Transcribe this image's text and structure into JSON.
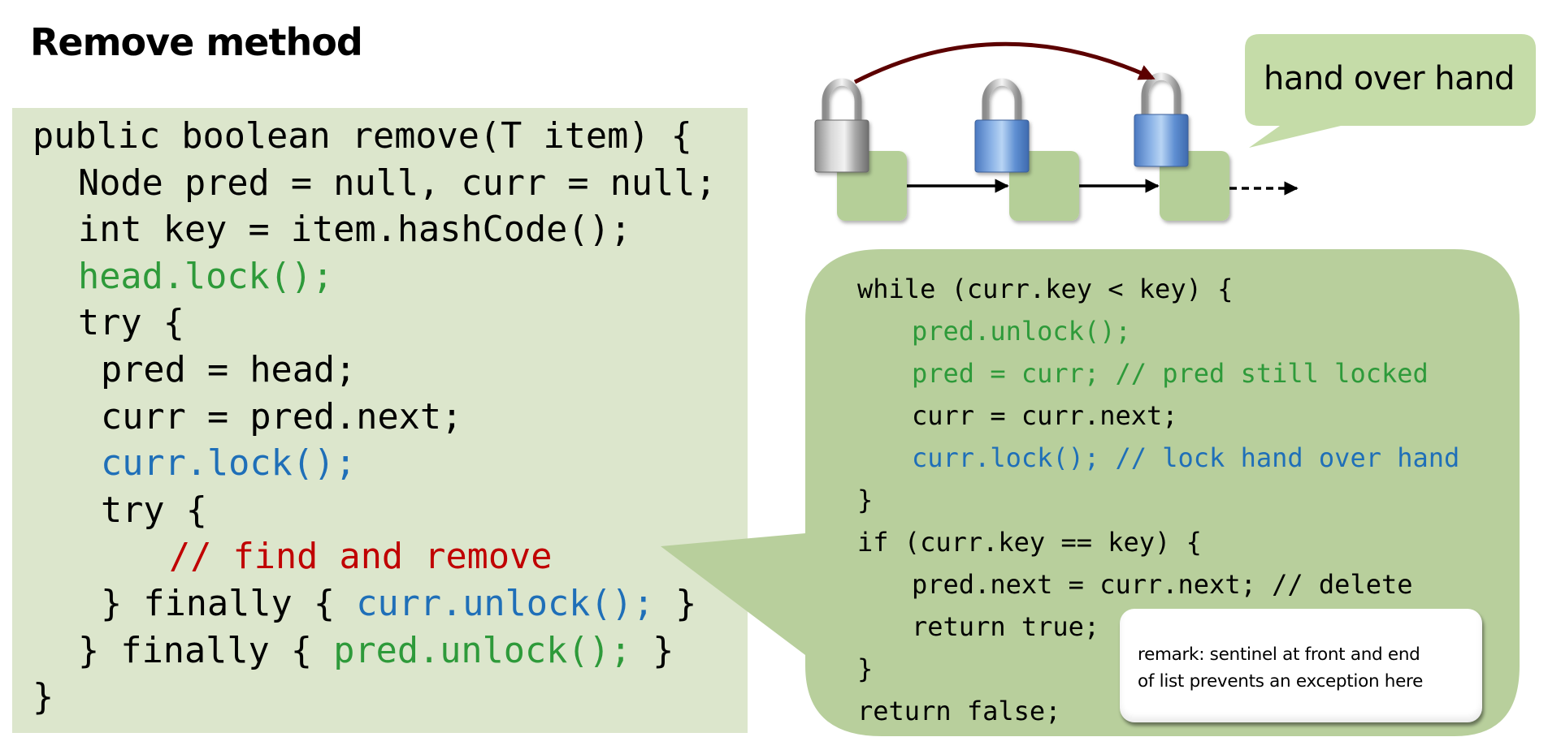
{
  "title": "Remove method",
  "colors": {
    "left_panel_bg": "#dce6cc",
    "bubble_bg": "#b8cf9c",
    "hand_over_hand_bubble_bg": "#c5dca8",
    "node_fill": "#b5cf98",
    "arc_color": "#5c0000",
    "green_code": "#2e9a3a",
    "blue_code": "#1f6fb8",
    "red_code": "#c00000"
  },
  "left_code": {
    "lines": [
      {
        "indent": 0,
        "segments": [
          {
            "text": "public boolean remove(T item) {",
            "color": "black"
          }
        ]
      },
      {
        "indent": 2,
        "segments": [
          {
            "text": "Node pred = null, curr = null;",
            "color": "black"
          }
        ]
      },
      {
        "indent": 2,
        "segments": [
          {
            "text": "int key = item.hashCode();",
            "color": "black"
          }
        ]
      },
      {
        "indent": 2,
        "segments": [
          {
            "text": "head.lock();",
            "color": "green"
          }
        ]
      },
      {
        "indent": 2,
        "segments": [
          {
            "text": "try {",
            "color": "black"
          }
        ]
      },
      {
        "indent": 3,
        "segments": [
          {
            "text": "pred = head;",
            "color": "black"
          }
        ]
      },
      {
        "indent": 3,
        "segments": [
          {
            "text": "curr = pred.next;",
            "color": "black"
          }
        ]
      },
      {
        "indent": 3,
        "segments": [
          {
            "text": "curr.lock();",
            "color": "blue"
          }
        ]
      },
      {
        "indent": 3,
        "segments": [
          {
            "text": "try {",
            "color": "black"
          }
        ]
      },
      {
        "indent": 6,
        "segments": [
          {
            "text": "// find and remove",
            "color": "red"
          }
        ]
      },
      {
        "indent": 3,
        "segments": [
          {
            "text": "} finally { ",
            "color": "black"
          },
          {
            "text": "curr.unlock();",
            "color": "blue"
          },
          {
            "text": " }",
            "color": "black"
          }
        ]
      },
      {
        "indent": 2,
        "segments": [
          {
            "text": "} finally { ",
            "color": "black"
          },
          {
            "text": "pred.unlock();",
            "color": "green"
          },
          {
            "text": " }",
            "color": "black"
          }
        ]
      },
      {
        "indent": 0,
        "segments": [
          {
            "text": "}",
            "color": "black"
          }
        ]
      }
    ]
  },
  "right_code": {
    "lines": [
      {
        "indent": 0,
        "segments": [
          {
            "text": "while (curr.key < key) {",
            "color": "black"
          }
        ]
      },
      {
        "indent": 1,
        "segments": [
          {
            "text": "pred.unlock();",
            "color": "green"
          }
        ]
      },
      {
        "indent": 1,
        "segments": [
          {
            "text": "pred = curr; // pred still locked",
            "color": "green"
          }
        ]
      },
      {
        "indent": 1,
        "segments": [
          {
            "text": "curr = curr.next;",
            "color": "black"
          }
        ]
      },
      {
        "indent": 1,
        "segments": [
          {
            "text": "curr.lock(); // lock hand over hand",
            "color": "blue"
          }
        ]
      },
      {
        "indent": 0,
        "segments": [
          {
            "text": "}",
            "color": "black"
          }
        ]
      },
      {
        "indent": 0,
        "segments": [
          {
            "text": "if (curr.key == key) {",
            "color": "black"
          }
        ]
      },
      {
        "indent": 1,
        "segments": [
          {
            "text": "pred.next = curr.next; // delete",
            "color": "black"
          }
        ]
      },
      {
        "indent": 1,
        "segments": [
          {
            "text": "return true;",
            "color": "black"
          }
        ]
      },
      {
        "indent": 0,
        "segments": [
          {
            "text": "}",
            "color": "black"
          }
        ]
      },
      {
        "indent": 0,
        "segments": [
          {
            "text": "return false;",
            "color": "black"
          }
        ]
      }
    ]
  },
  "diagram": {
    "nodes": [
      "node-1",
      "node-2",
      "node-3"
    ],
    "locks": [
      {
        "node": "node-1",
        "state": "unlocked",
        "color": "gray"
      },
      {
        "node": "node-2",
        "state": "locked",
        "color": "blue"
      },
      {
        "node": "node-3",
        "state": "locked",
        "color": "blue"
      }
    ],
    "callout": "hand over hand"
  },
  "remark": {
    "line1": "remark: sentinel at front and end",
    "line2": "of list prevents an exception here"
  }
}
